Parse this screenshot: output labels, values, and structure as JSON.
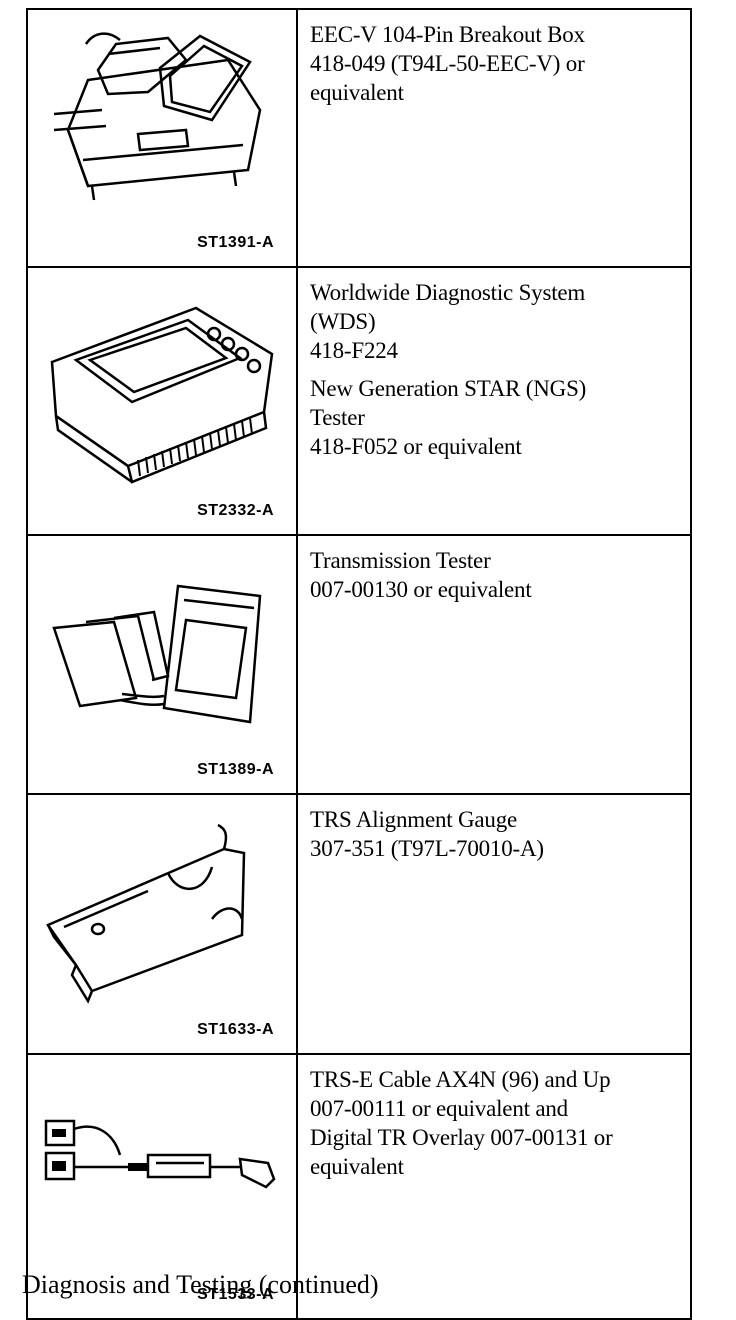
{
  "tools": [
    {
      "code": "ST1391-A",
      "icon": "breakout-box-icon",
      "description": [
        "EEC-V 104-Pin Breakout Box",
        "418-049 (T94L-50-EEC-V) or",
        "equivalent"
      ]
    },
    {
      "code": "ST2332-A",
      "icon": "diagnostic-tester-icon",
      "description": [
        "Worldwide Diagnostic System",
        "(WDS)",
        "418-F224"
      ],
      "description2": [
        "New Generation STAR (NGS)",
        "Tester",
        "418-F052 or equivalent"
      ]
    },
    {
      "code": "ST1389-A",
      "icon": "transmission-tester-card-icon",
      "description": [
        "Transmission Tester",
        "007-00130 or equivalent"
      ]
    },
    {
      "code": "ST1633-A",
      "icon": "alignment-gauge-icon",
      "description": [
        "TRS Alignment Gauge",
        "307-351 (T97L-70010-A)"
      ]
    },
    {
      "code": "ST1533-A",
      "icon": "cable-connector-icon",
      "description": [
        "TRS-E Cable AX4N (96) and Up",
        "007-00111 or equivalent and",
        "Digital TR Overlay 007-00131 or",
        "equivalent"
      ]
    }
  ],
  "footer": {
    "text": "Diagnosis and Testing (continued)"
  }
}
